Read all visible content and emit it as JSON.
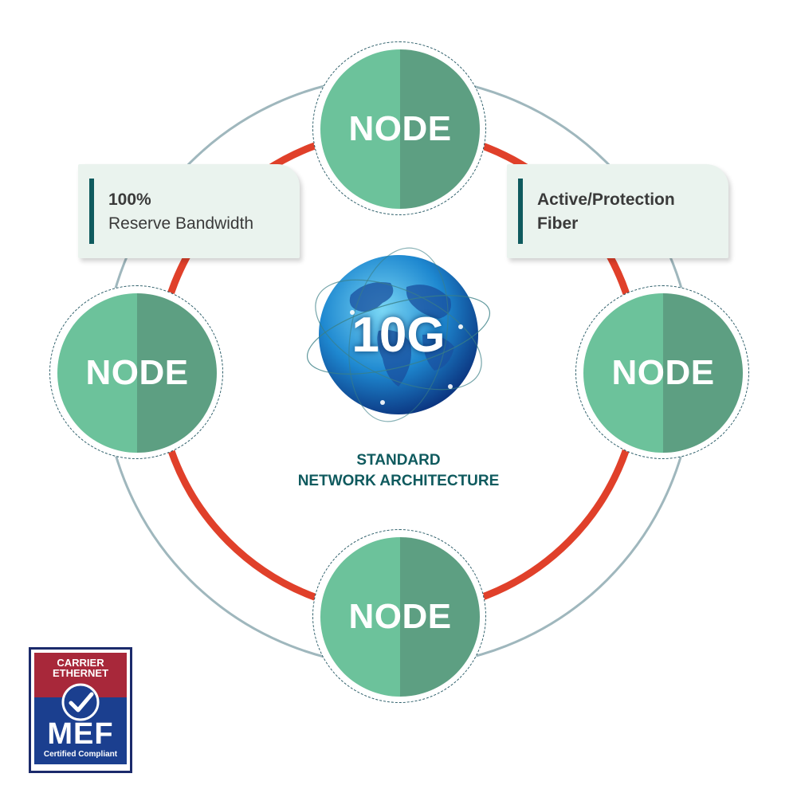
{
  "nodes": {
    "top": "NODE",
    "left": "NODE",
    "right": "NODE",
    "bottom": "NODE"
  },
  "callouts": {
    "left": {
      "line1": "100%",
      "line2": "Reserve Bandwidth"
    },
    "right": {
      "line1": "Active/Protection",
      "line2": "Fiber"
    }
  },
  "center": {
    "globe_label": "10G",
    "caption_line1": "STANDARD",
    "caption_line2": "NETWORK ARCHITECTURE"
  },
  "badge": {
    "line1": "CARRIER",
    "line2": "ETHERNET",
    "brand": "MEF",
    "footer": "Certified Compliant"
  },
  "colors": {
    "node_light": "#6cc29b",
    "node_dark": "#5d9f82",
    "active_ring": "#e0402a",
    "protection_ring": "#9fb7bd",
    "accent_teal": "#0f5a5e",
    "badge_red": "#a8283a",
    "badge_blue": "#1b3f8f"
  },
  "icons": [
    "globe-icon",
    "checkmark-icon"
  ]
}
